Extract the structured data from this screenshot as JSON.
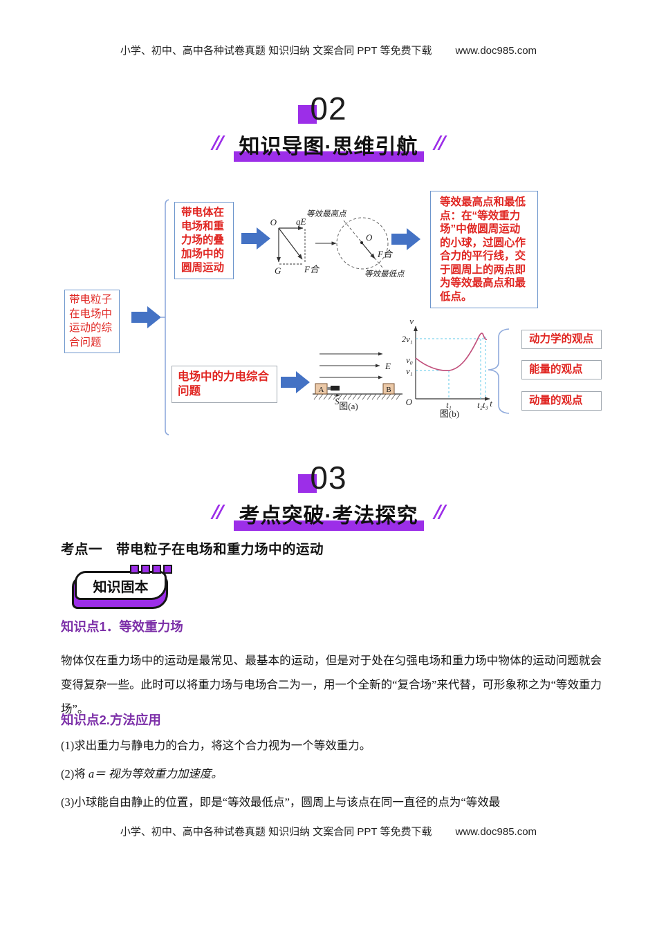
{
  "page": {
    "header_text": "小学、初中、高中各种试卷真题 知识归纳 文案合同 PPT 等免费下载",
    "header_url": "www.doc985.com",
    "footer_text": "小学、初中、高中各种试卷真题 知识归纳 文案合同 PPT 等免费下载",
    "footer_url": "www.doc985.com"
  },
  "section02": {
    "number": "02",
    "title": "知识导图·思维引航"
  },
  "section03": {
    "number": "03",
    "title": "考点突破·考法探究"
  },
  "mindmap": {
    "root": "带电粒子在电场中运动的综合问题",
    "branch1": {
      "label": "带电体在电场和重力场的叠加场中的圆周运动",
      "vector": {
        "o": "O",
        "qe": "qE",
        "g": "G",
        "f": "F合"
      },
      "circle": {
        "o": "O",
        "f": "F合",
        "top": "等效最高点",
        "bottom": "等效最低点"
      },
      "note": "等效最高点和最低点：在“等效重力场”中做圆周运动的小球，过圆心作合力的平行线，交于圆周上的两点即为等效最高点和最低点。"
    },
    "branch2": {
      "label": "电场中的力电综合问题",
      "fig_a": {
        "caption": "图(a)",
        "e": "E",
        "a": "A",
        "b": "B",
        "s": "S"
      },
      "fig_b": {
        "caption": "图(b)",
        "axis_v": "v",
        "origin": "O",
        "tick_2v1": "2v₁",
        "tick_v0": "v₀",
        "tick_v1": "v₁",
        "tick_t1": "t₁",
        "tick_t2t3": "t₂t₃",
        "axis_t": "t"
      },
      "views": [
        "动力学的观点",
        "能量的观点",
        "动量的观点"
      ]
    }
  },
  "content": {
    "kaodian_title": "考点一　带电粒子在电场和重力场中的运动",
    "badge_label": "知识固本",
    "kp1_title": "知识点1．等效重力场",
    "kp1_body": "物体仅在重力场中的运动是最常见、最基本的运动，但是对于处在匀强电场和重力场中物体的运动问题就会变得复杂一些。此时可以将重力场与电场合二为一，用一个全新的“复合场”来代替，可形象称之为“等效重力场”。",
    "kp2_title": "知识点2.方法应用",
    "item1": "(1)求出重力与静电力的合力，将这个合力视为一个等效重力。",
    "item2_prefix": "(2)将 ",
    "item2_formula": "a＝",
    "item2_suffix": " 视为等效重力加速度。",
    "item3": "(3)小球能自由静止的位置，即是“等效最低点”，圆周上与该点在同一直径的点为“等效最"
  }
}
